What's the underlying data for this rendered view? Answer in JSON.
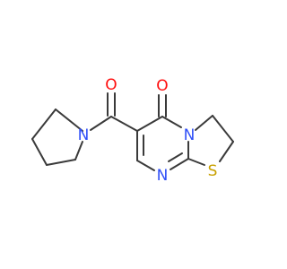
{
  "molecule": {
    "atoms": [
      {
        "id": "O_carbonyl",
        "element": "O",
        "label": "O",
        "color": "#ff0d0d"
      },
      {
        "id": "O_ring",
        "element": "O",
        "label": "O",
        "color": "#ff0d0d"
      },
      {
        "id": "N_pyrrolidine",
        "element": "N",
        "label": "N",
        "color": "#3050f8"
      },
      {
        "id": "N_bridge",
        "element": "N",
        "label": "N",
        "color": "#3050f8"
      },
      {
        "id": "N_imine",
        "element": "N",
        "label": "N",
        "color": "#3050f8"
      },
      {
        "id": "S_ring",
        "element": "S",
        "label": "S",
        "color": "#c8a000"
      }
    ],
    "bond_color": "#3a3a3a"
  }
}
